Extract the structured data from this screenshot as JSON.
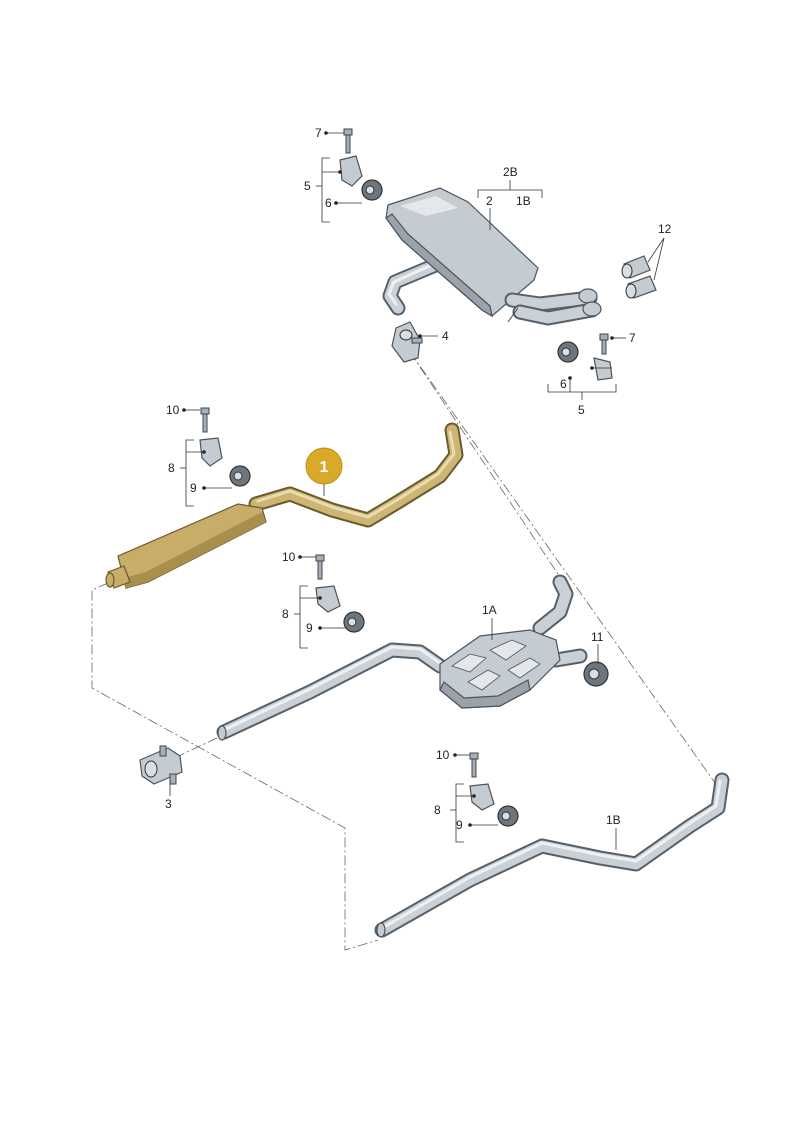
{
  "diagram": {
    "highlight_number": "1",
    "highlight_color": "#d9a929",
    "highlight_part_color": "#c8ad69",
    "labels": {
      "l_2B": "2B",
      "l_2": "2",
      "l_1B_top": "1B",
      "l_12": "12",
      "l_7a": "7",
      "l_5a": "5",
      "l_6a": "6",
      "l_4": "4",
      "l_7b": "7",
      "l_6b": "6",
      "l_5b": "5",
      "l_10a": "10",
      "l_8a": "8",
      "l_9a": "9",
      "l_10b": "10",
      "l_8b": "8",
      "l_9b": "9",
      "l_1A": "1A",
      "l_11": "11",
      "l_3": "3",
      "l_10c": "10",
      "l_8c": "8",
      "l_9c": "9",
      "l_1B_bottom": "1B"
    }
  }
}
